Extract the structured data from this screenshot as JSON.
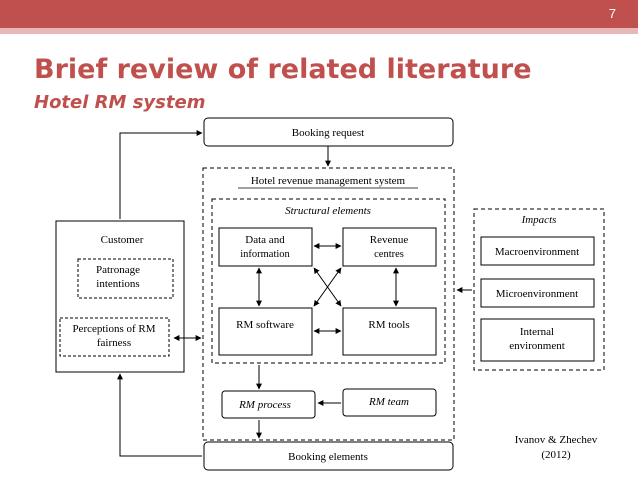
{
  "slide": {
    "number": "7",
    "title": "Brief review of related literature",
    "subtitle": "Hotel RM system",
    "accent_color": "#c0504d"
  },
  "diagram": {
    "booking_request": "Booking request",
    "hrms_title": "Hotel revenue management system",
    "structural_title": "Structural elements",
    "data_info": [
      "Data and",
      "information"
    ],
    "revenue": [
      "Revenue",
      "centres"
    ],
    "rm_software": "RM software",
    "rm_tools": "RM tools",
    "rm_process": "RM process",
    "rm_team": "RM team",
    "booking_elements": "Booking elements",
    "customer": "Customer",
    "patronage": [
      "Patronage",
      "intentions"
    ],
    "perceptions": [
      "Perceptions of RM",
      "fairness"
    ],
    "impacts": "Impacts",
    "macro": "Macroenvironment",
    "micro": "Microenvironment",
    "internal": [
      "Internal",
      "environment"
    ]
  },
  "citation": [
    "Ivanov & Zhechev",
    "(2012)"
  ]
}
